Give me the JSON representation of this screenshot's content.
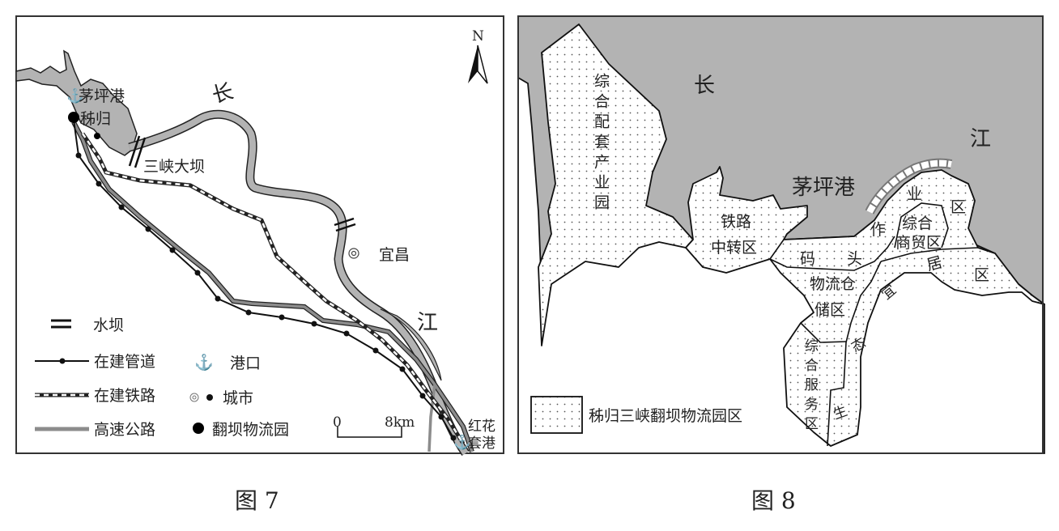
{
  "figure7": {
    "caption": "图 7",
    "north": "N",
    "river_chars": [
      "长",
      "江"
    ],
    "places": {
      "maoping_port": "茅坪港",
      "zigui": "秭归",
      "three_gorges_dam": "三峡大坝",
      "yichang": "宜昌",
      "honghuatao_port_line1": "红花",
      "honghuatao_port_line2": "套港"
    },
    "legend": {
      "dam": "水坝",
      "pipeline": "在建管道",
      "port": "港口",
      "railway": "在建铁路",
      "city": "城市",
      "highway": "高速公路",
      "logistics_park": "翻坝物流园"
    },
    "scale": {
      "zero": "0",
      "distance": "8km"
    },
    "colors": {
      "water": "#b3b3b3",
      "highway": "#8c8c8c"
    }
  },
  "figure8": {
    "caption": "图 8",
    "river_chars": [
      "长",
      "江"
    ],
    "port": "茅坪港",
    "zones": {
      "industrial_park": "综合配套产业园",
      "rail_transfer_line1": "铁路",
      "rail_transfer_line2": "中转区",
      "dock": [
        "码",
        "头"
      ],
      "operation_area": [
        "作",
        "业",
        "区"
      ],
      "commerce_line1": "综合",
      "commerce_line2": "商贸区",
      "warehouse_line1": "物流仓",
      "warehouse_line2": "储区",
      "service_area": "综合服务区",
      "residential": [
        "生",
        "态",
        "宜",
        "居",
        "区"
      ]
    },
    "legend": {
      "park": "秭归三峡翻坝物流园区"
    },
    "colors": {
      "water": "#b3b3b3"
    }
  }
}
